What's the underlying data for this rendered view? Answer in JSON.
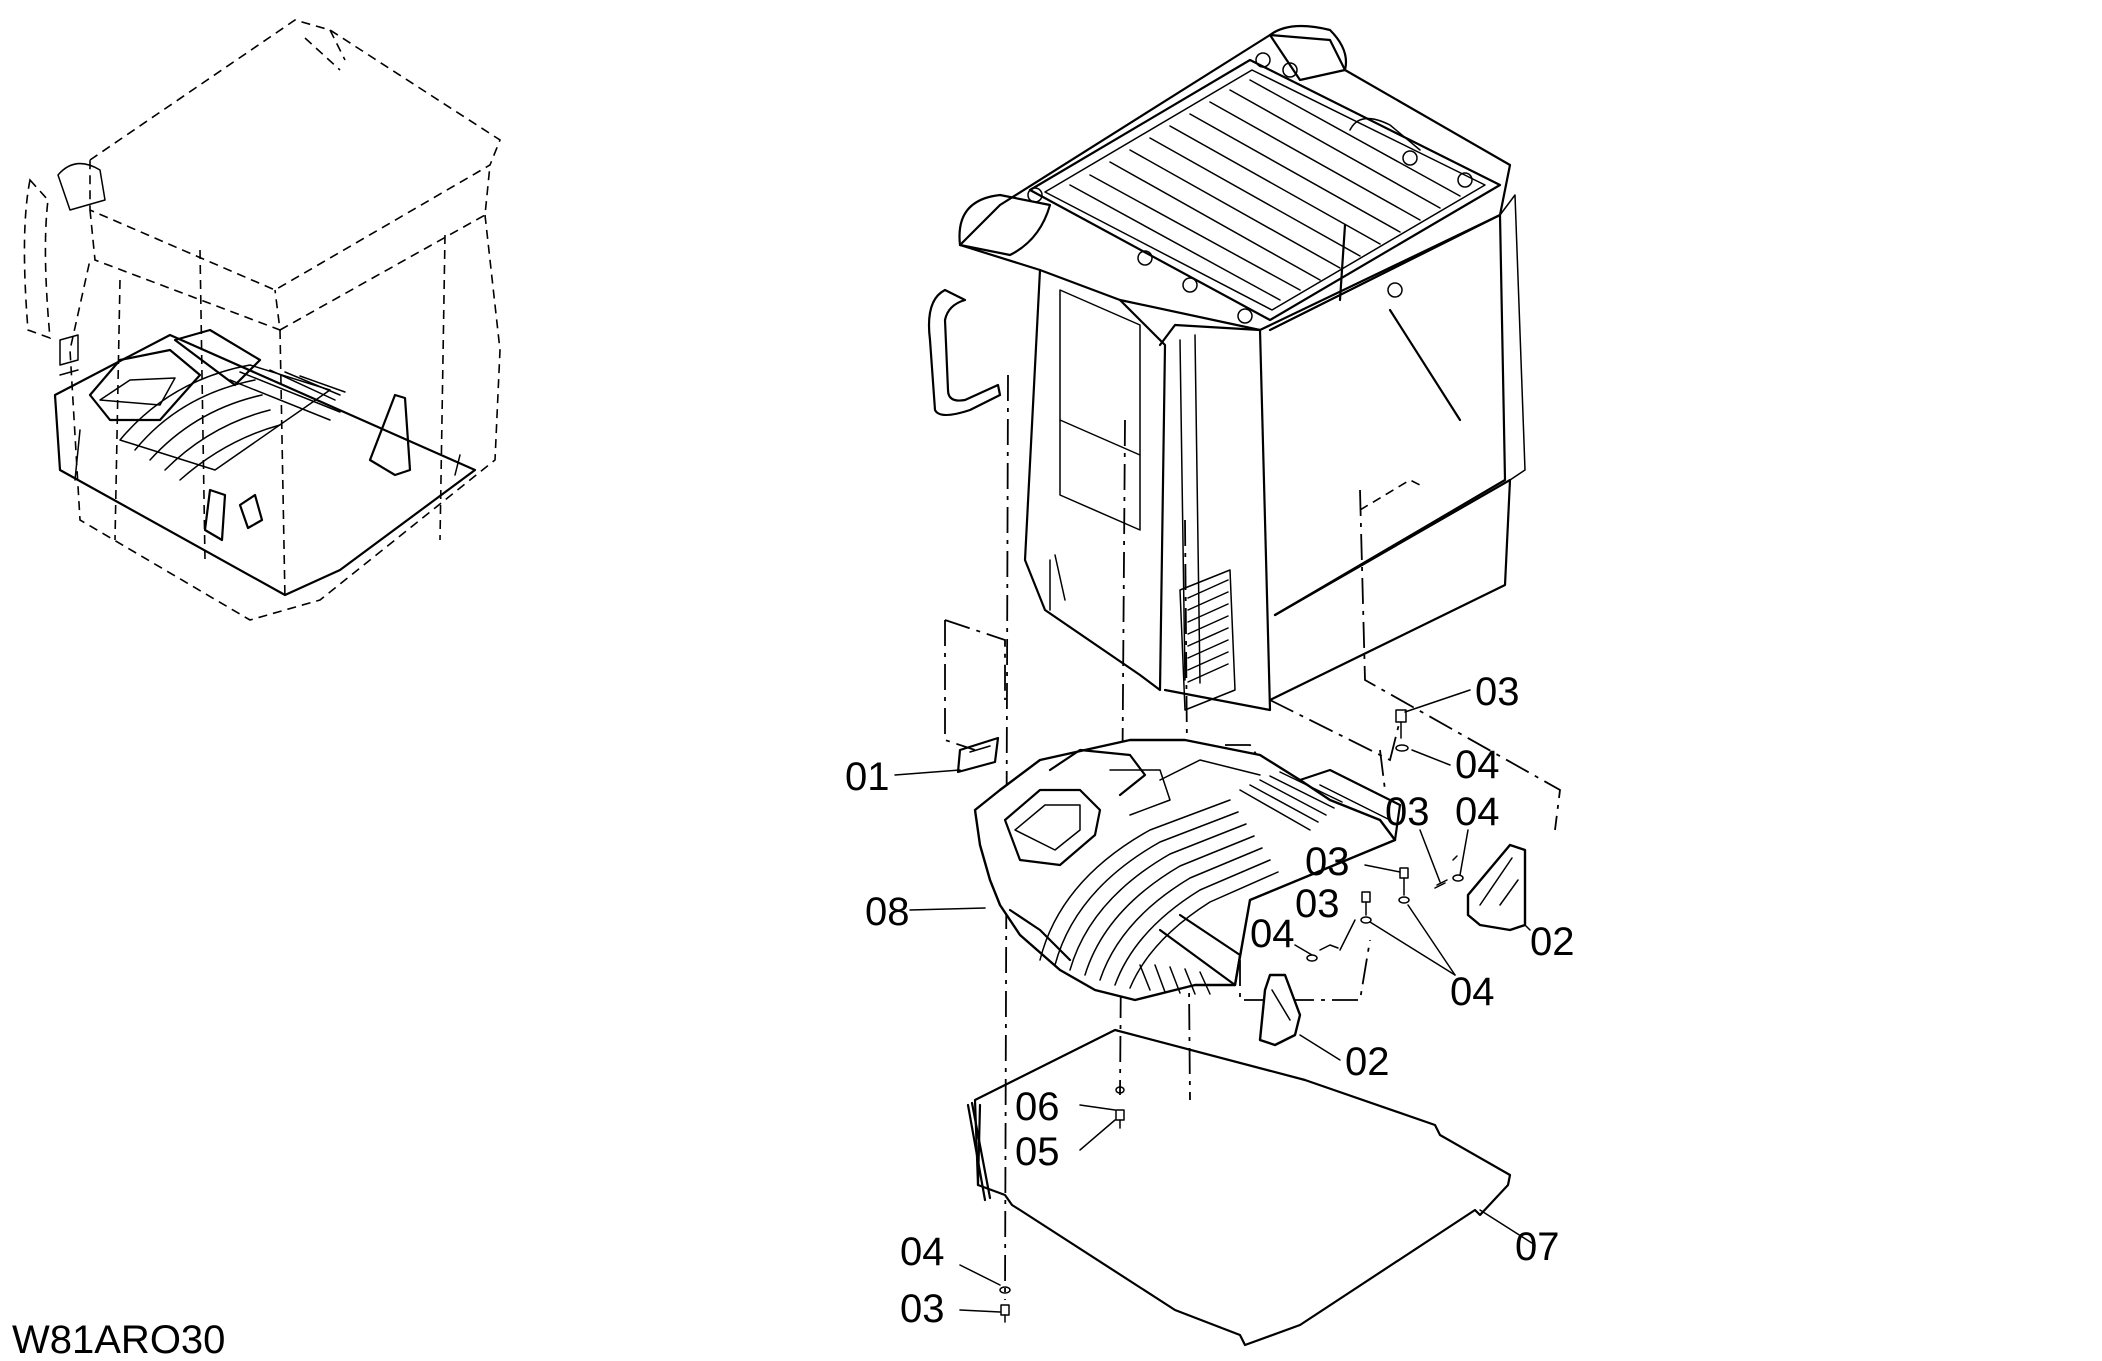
{
  "drawing_code": "W81ARO30",
  "callouts": [
    {
      "id": "c01",
      "text": "01"
    },
    {
      "id": "c08",
      "text": "08"
    },
    {
      "id": "c03a",
      "text": "03"
    },
    {
      "id": "c04a",
      "text": "04"
    },
    {
      "id": "c03b",
      "text": "03"
    },
    {
      "id": "c04b",
      "text": "04"
    },
    {
      "id": "c03c",
      "text": "03"
    },
    {
      "id": "c03d",
      "text": "03"
    },
    {
      "id": "c04c",
      "text": "04"
    },
    {
      "id": "c02a",
      "text": "02"
    },
    {
      "id": "c04d",
      "text": "04"
    },
    {
      "id": "c02b",
      "text": "02"
    },
    {
      "id": "c06",
      "text": "06"
    },
    {
      "id": "c05",
      "text": "05"
    },
    {
      "id": "c07",
      "text": "07"
    },
    {
      "id": "c04e",
      "text": "04"
    },
    {
      "id": "c03e",
      "text": "03"
    }
  ]
}
